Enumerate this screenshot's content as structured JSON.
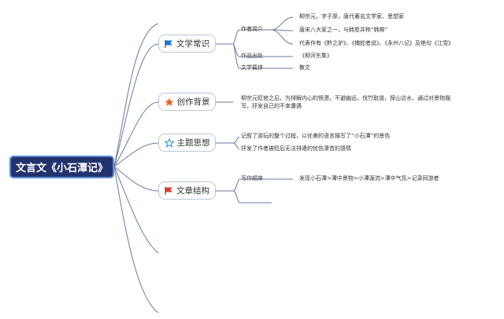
{
  "root": {
    "title": "文言文《小石潭记》"
  },
  "branches": [
    {
      "label": "文学常识",
      "icon": "blue-flag-icon",
      "children": [
        {
          "label": "作者简介",
          "items": [
            "柳宗元，字子厚，唐代著名文学家、思想家",
            "唐宋八大家之一，与韩愈并称“韩柳”",
            "代表作有《黔之驴》、《捕蛇者说》、《永州八记》及绝句《江雪》"
          ]
        },
        {
          "label": "作品出处",
          "items": [
            "《柳河东集》"
          ]
        },
        {
          "label": "文学载体",
          "items": [
            "散文"
          ]
        }
      ]
    },
    {
      "label": "创作背景",
      "icon": "orange-star-icon",
      "text": "柳宗元贬官之后，为排解内心的愤懑，不避幽远，伐竹取道，探山访水，通过对景物描写，抒发自己的不幸遭遇"
    },
    {
      "label": "主题思想",
      "icon": "blue-outline-star-icon",
      "points": [
        "记叙了游玩的整个过程，以优美的语言描写了“小石潭”的景色",
        "抒发了作者被贬后无法排遣的忧伤凄苦的感情"
      ]
    },
    {
      "label": "文章结构",
      "icon": "red-flag-icon",
      "children": [
        {
          "label": "写作顺序",
          "items": [
            "发现小石潭>潭中景物>小潭源流>潭中气氛>记录同游者"
          ]
        }
      ]
    }
  ],
  "colors": {
    "root_bg": "#21326d",
    "root_border": "#5b8ad8",
    "line": "#6a7b9c",
    "node_border": "#b8c6dc"
  }
}
